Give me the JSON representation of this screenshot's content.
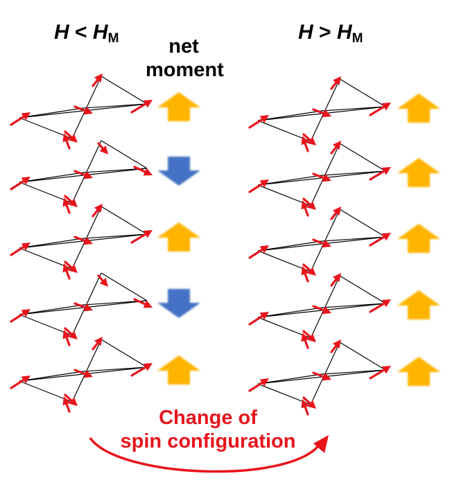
{
  "headers": {
    "left": {
      "symbol": "H",
      "relation": "<",
      "field": "H",
      "subscript": "M"
    },
    "right": {
      "symbol": "H",
      "relation": ">",
      "field": "H",
      "subscript": "M"
    }
  },
  "net_moment_label": {
    "line1": "net",
    "line2": "moment"
  },
  "caption": {
    "line1": "Change of",
    "line2": "spin configuration"
  },
  "colors": {
    "spin": "#e8141c",
    "moment_up": "#ffb400",
    "moment_down": "#4472c4",
    "bond": "#000000",
    "caption": "#e8141c"
  },
  "columns": {
    "left": {
      "net_moments": [
        "up",
        "down",
        "up",
        "down",
        "up"
      ]
    },
    "right": {
      "net_moments": [
        "up",
        "up",
        "up",
        "up",
        "up"
      ]
    }
  }
}
